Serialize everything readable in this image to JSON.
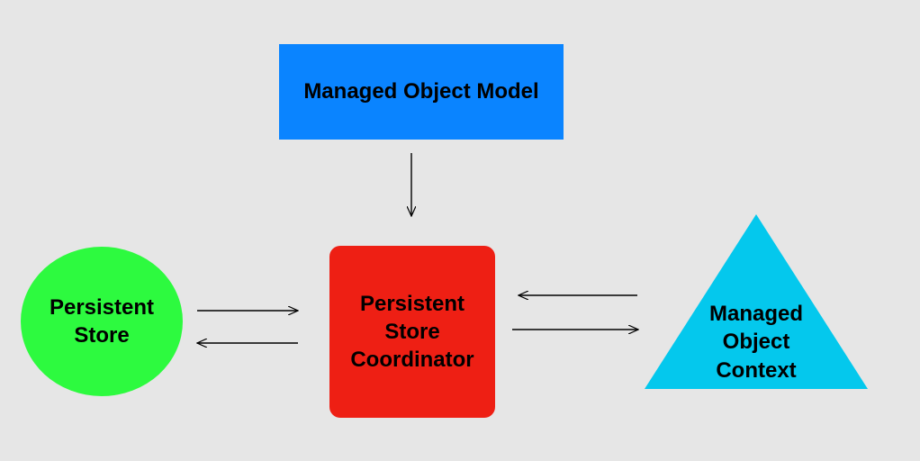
{
  "colors": {
    "background": "#e6e6e6",
    "model_fill": "#0a84ff",
    "coordinator_fill": "#ee1f14",
    "store_fill": "#2dfa3f",
    "context_fill": "#04c8ed",
    "arrow": "#000000"
  },
  "nodes": {
    "model": {
      "label": "Managed Object Model"
    },
    "coordinator": {
      "label": "Persistent Store Coordinator"
    },
    "store": {
      "label": "Persistent Store"
    },
    "context": {
      "label": "Managed Object Context"
    }
  },
  "edges": [
    {
      "from": "model",
      "to": "coordinator"
    },
    {
      "from": "store",
      "to": "coordinator"
    },
    {
      "from": "coordinator",
      "to": "store"
    },
    {
      "from": "context",
      "to": "coordinator"
    },
    {
      "from": "coordinator",
      "to": "context"
    }
  ]
}
